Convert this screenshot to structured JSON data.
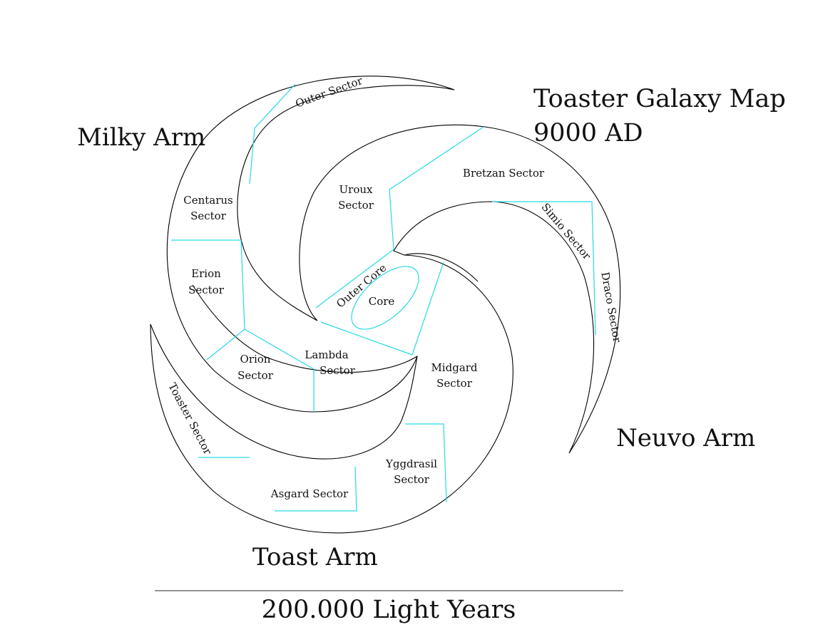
{
  "title": {
    "line1": "Toaster Galaxy Map",
    "line2": "9000 AD"
  },
  "arms": {
    "milky": "Milky Arm",
    "neuvo": "Neuvo Arm",
    "toast": "Toast Arm"
  },
  "sectors": {
    "outer_sector": "Outer Sector",
    "centarus": [
      "Centarus",
      "Sector"
    ],
    "erion": [
      "Erion",
      "Sector"
    ],
    "orion": [
      "Orion",
      "Sector"
    ],
    "lambda": [
      "Lambda",
      "Sector"
    ],
    "uroux": [
      "Uroux",
      "Sector"
    ],
    "bretzan": "Bretzan Sector",
    "simio": "Simio Sector",
    "draco": "Draco Sector",
    "outer_core": "Outer Core",
    "core": "Core",
    "midgard": [
      "Midgard",
      "Sector"
    ],
    "yggdrasil": [
      "Yggdrasil",
      "Sector"
    ],
    "asgard": "Asgard Sector",
    "toaster": "Toaster Sector"
  },
  "scale": {
    "label": "200.000 Light Years"
  },
  "colors": {
    "arm_outline": "#000000",
    "sector_border": "#26d9e6",
    "text": "#111111",
    "background": "#ffffff"
  }
}
